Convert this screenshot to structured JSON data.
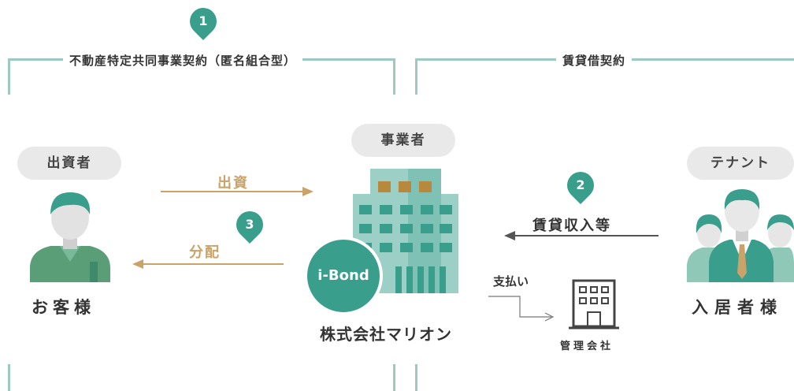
{
  "contracts": {
    "left": "不動産特定共同事業契約（匿名組合型）",
    "right": "賃貸借契約"
  },
  "steps": {
    "one": "1",
    "two": "2",
    "three": "3"
  },
  "roles": {
    "investor": "出資者",
    "operator": "事業者",
    "tenant": "テナント"
  },
  "flows": {
    "investment": "出資",
    "distribution": "分配",
    "rent_income": "賃貸収入等",
    "payment": "支払い"
  },
  "entities": {
    "customer": "お客様",
    "company": "株式会社マリオン",
    "brand": "i-Bond",
    "management": "管理会社",
    "resident": "入居者様"
  },
  "colors": {
    "teal": "#3a9e8c",
    "teal_light": "#9cc9c2",
    "gold": "#c9a36a",
    "dark": "#333333",
    "pill_bg": "#e9e9e9"
  }
}
